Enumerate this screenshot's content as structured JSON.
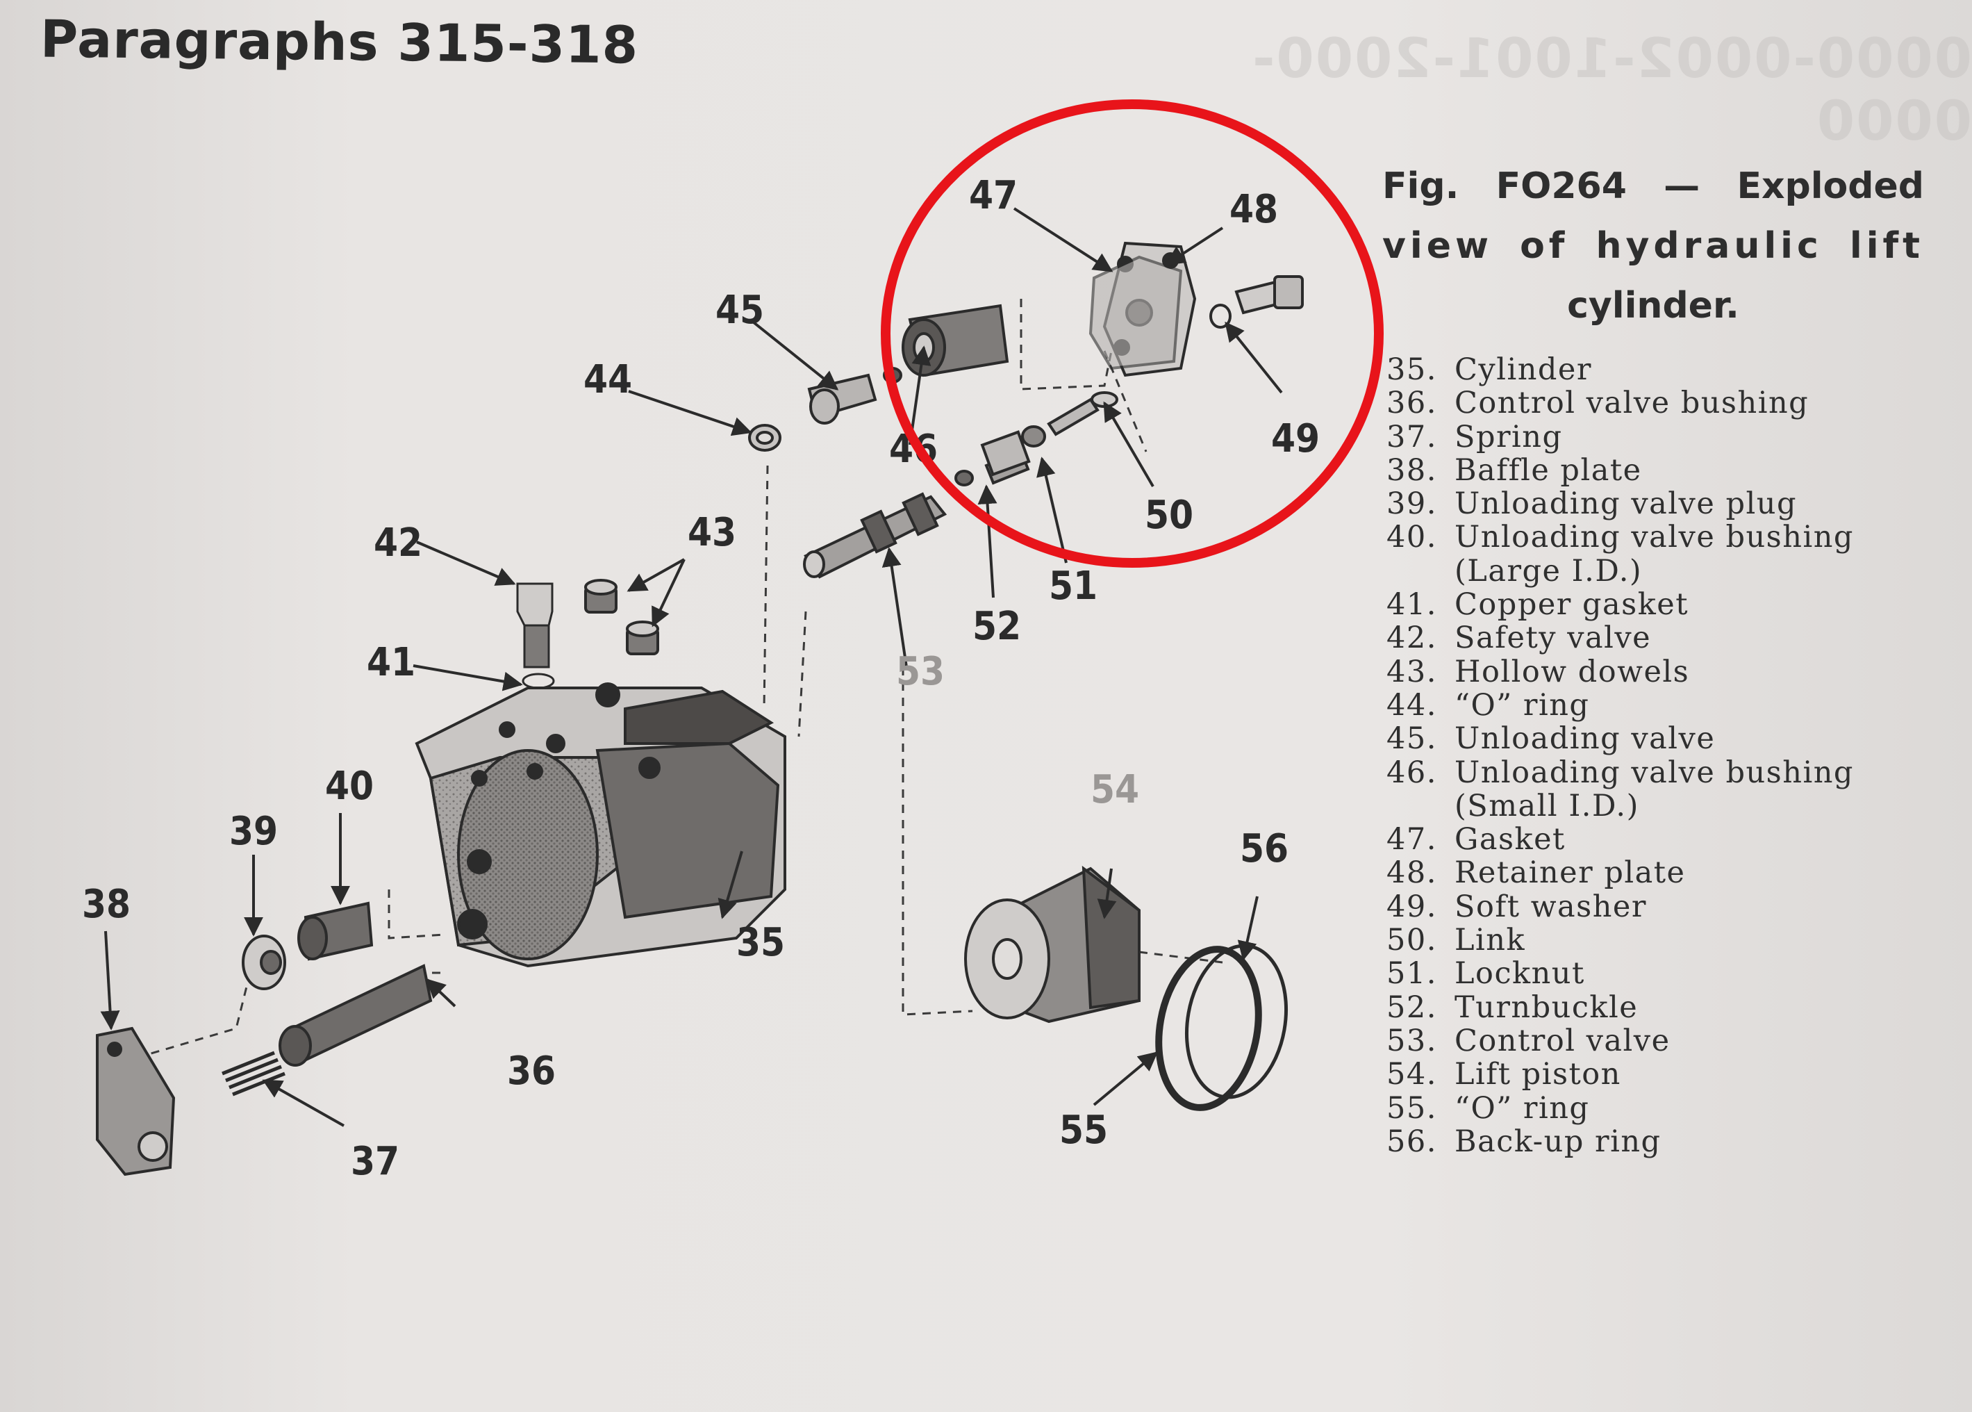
{
  "heading": "Paragraphs 315-318",
  "caption": {
    "line1": "Fig. FO264 — Exploded",
    "line2": "view of hydraulic lift",
    "line3": "cylinder."
  },
  "legend": [
    {
      "num": "35.",
      "text": "Cylinder"
    },
    {
      "num": "36.",
      "text": "Control valve bushing"
    },
    {
      "num": "37.",
      "text": "Spring"
    },
    {
      "num": "38.",
      "text": "Baffle plate"
    },
    {
      "num": "39.",
      "text": "Unloading valve plug"
    },
    {
      "num": "40.",
      "text": "Unloading valve bushing"
    },
    {
      "num": "",
      "text": "(Large I.D.)"
    },
    {
      "num": "41.",
      "text": "Copper gasket"
    },
    {
      "num": "42.",
      "text": "Safety valve"
    },
    {
      "num": "43.",
      "text": "Hollow dowels"
    },
    {
      "num": "44.",
      "text": "“O” ring"
    },
    {
      "num": "45.",
      "text": "Unloading valve"
    },
    {
      "num": "46.",
      "text": "Unloading valve bushing"
    },
    {
      "num": "",
      "text": "(Small I.D.)"
    },
    {
      "num": "47.",
      "text": "Gasket"
    },
    {
      "num": "48.",
      "text": "Retainer plate"
    },
    {
      "num": "49.",
      "text": "Soft washer"
    },
    {
      "num": "50.",
      "text": "Link"
    },
    {
      "num": "51.",
      "text": "Locknut"
    },
    {
      "num": "52.",
      "text": "Turnbuckle"
    },
    {
      "num": "53.",
      "text": "Control valve"
    },
    {
      "num": "54.",
      "text": "Lift piston"
    },
    {
      "num": "55.",
      "text": "“O” ring"
    },
    {
      "num": "56.",
      "text": "Back-up ring"
    }
  ],
  "callouts": {
    "c35": "35",
    "c36": "36",
    "c37": "37",
    "c38": "38",
    "c39": "39",
    "c40": "40",
    "c41": "41",
    "c42": "42",
    "c43": "43",
    "c44": "44",
    "c45": "45",
    "c46": "46",
    "c47": "47",
    "c48": "48",
    "c49": "49",
    "c50": "50",
    "c51": "51",
    "c52": "52",
    "c53": "53",
    "c54": "54",
    "c55": "55",
    "c56": "56"
  },
  "highlight_color": "#e8141a",
  "ink_color": "#2b2b2b"
}
